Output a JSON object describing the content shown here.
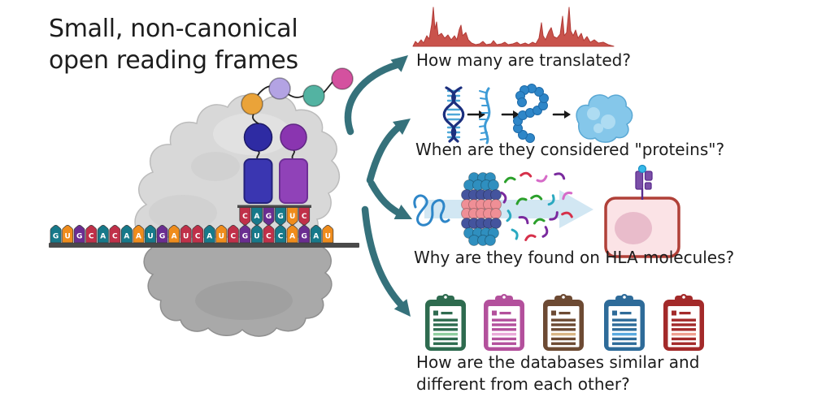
{
  "title": {
    "line1": "Small, non-canonical",
    "line2": "open reading frames"
  },
  "questions": [
    {
      "id": "translation",
      "label": "How many are translated?"
    },
    {
      "id": "proteins",
      "label": "When are they considered \"proteins\"?"
    },
    {
      "id": "hla",
      "label": "Why are they found on HLA molecules?"
    },
    {
      "id": "databases",
      "label": "How are the databases similar and different from each other?"
    }
  ],
  "mrna": {
    "sequence": "GUGCACAAUGAUCAUCGUCCAGAU",
    "bases": [
      {
        "b": "G",
        "c": "teal"
      },
      {
        "b": "U",
        "c": "orange"
      },
      {
        "b": "G",
        "c": "purple"
      },
      {
        "b": "C",
        "c": "crimson"
      },
      {
        "b": "A",
        "c": "teal"
      },
      {
        "b": "C",
        "c": "crimson"
      },
      {
        "b": "A",
        "c": "teal"
      },
      {
        "b": "A",
        "c": "orange"
      },
      {
        "b": "U",
        "c": "teal"
      },
      {
        "b": "G",
        "c": "purple"
      },
      {
        "b": "A",
        "c": "orange"
      },
      {
        "b": "U",
        "c": "crimson"
      },
      {
        "b": "C",
        "c": "crimson"
      },
      {
        "b": "A",
        "c": "teal"
      },
      {
        "b": "U",
        "c": "orange"
      },
      {
        "b": "C",
        "c": "crimson"
      },
      {
        "b": "G",
        "c": "purple"
      },
      {
        "b": "U",
        "c": "teal"
      },
      {
        "b": "C",
        "c": "crimson"
      },
      {
        "b": "C",
        "c": "teal"
      },
      {
        "b": "A",
        "c": "orange"
      },
      {
        "b": "G",
        "c": "purple"
      },
      {
        "b": "A",
        "c": "teal"
      },
      {
        "b": "U",
        "c": "orange"
      }
    ]
  },
  "trna": {
    "left_anticodon": [
      {
        "b": "C",
        "c": "crimson"
      },
      {
        "b": "A",
        "c": "teal"
      },
      {
        "b": "G",
        "c": "purple"
      }
    ],
    "right_anticodon": [
      {
        "b": "G",
        "c": "teal"
      },
      {
        "b": "U",
        "c": "orange"
      },
      {
        "b": "C",
        "c": "crimson"
      }
    ]
  },
  "nascent_chain_colors": [
    "#eaa339",
    "#b3a3e3",
    "#53b3a2",
    "#d4519f"
  ],
  "palette": {
    "teal": "#17798a",
    "orange": "#ef8c1c",
    "purple": "#6a2d91",
    "crimson": "#c03049"
  },
  "colors": {
    "arrow_teal": "#35717b",
    "track_red": "#c9534c",
    "ribosome_large": "#d8d8d8",
    "ribosome_small": "#a9a9a9",
    "trna_left": {
      "body": "#3a36b1",
      "head": "#2e2ba3"
    },
    "trna_right": {
      "body": "#9042b8",
      "head": "#8a35b0"
    },
    "dna_navy": "#1b2f7e",
    "dna_rung_blue": "#4fa8d8",
    "rna_blue": "#3d9bd6",
    "bead_blue": "#2e86c8",
    "protein_blob_blue": "#85c7ea",
    "flow_arrow_blue": "#d2e7f3",
    "proteasome": {
      "cap_blue": "#2f8fbf",
      "ring_navy": "#44549e",
      "core_pink": "#ef8f96"
    },
    "peptide_fragments": [
      "#2ba02b",
      "#d6304a",
      "#7a2a9e",
      "#d66bc8",
      "#2aa9c0"
    ],
    "cell": {
      "fill": "#fbe3e6",
      "border": "#b04038",
      "nucleus": "#e9bccb"
    },
    "hla_purple": "#7b4fa8",
    "hla_peptide_cyan": "#35b8e8"
  },
  "databases": [
    {
      "color": "#2e6b4f",
      "accent": "#8fce9f"
    },
    {
      "color": "#b3509c",
      "accent": "#eaaad9"
    },
    {
      "color": "#6d4a33",
      "accent": "#d9b685"
    },
    {
      "color": "#2e6b99",
      "accent": "#5aaae0"
    },
    {
      "color": "#a32a2a",
      "accent": "#f0a090"
    }
  ]
}
